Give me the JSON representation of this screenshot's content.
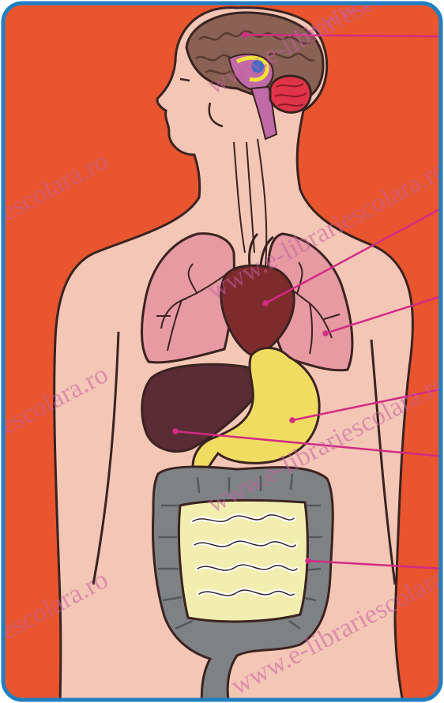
{
  "watermarks": [
    "www.e-librariescolara.ro",
    "riescolara.ro",
    "www.e-librariescolara.ro",
    "riescolara.ro",
    "www.e-librariescolara.ro",
    "riescolara.ro",
    "www.e-librariescolara.ro",
    "www.e-librariescolara.ro"
  ],
  "colors": {
    "background": "#e8552e",
    "frame": "#1f7fc2",
    "skin": "#f4c6b6",
    "outline": "#3a2320",
    "brain": "#8a6255",
    "cerebellum": "#e03448",
    "lungs": "#e79aa2",
    "heart": "#7e2b2e",
    "liver": "#5a2c35",
    "stomach": "#f1dc62",
    "small_intestine": "#f2eeb0",
    "large_intestine": "#7f8284",
    "pointer_lines": "#d22c84"
  },
  "organs": [
    "brain",
    "heart",
    "lungs",
    "stomach",
    "liver",
    "intestine"
  ]
}
